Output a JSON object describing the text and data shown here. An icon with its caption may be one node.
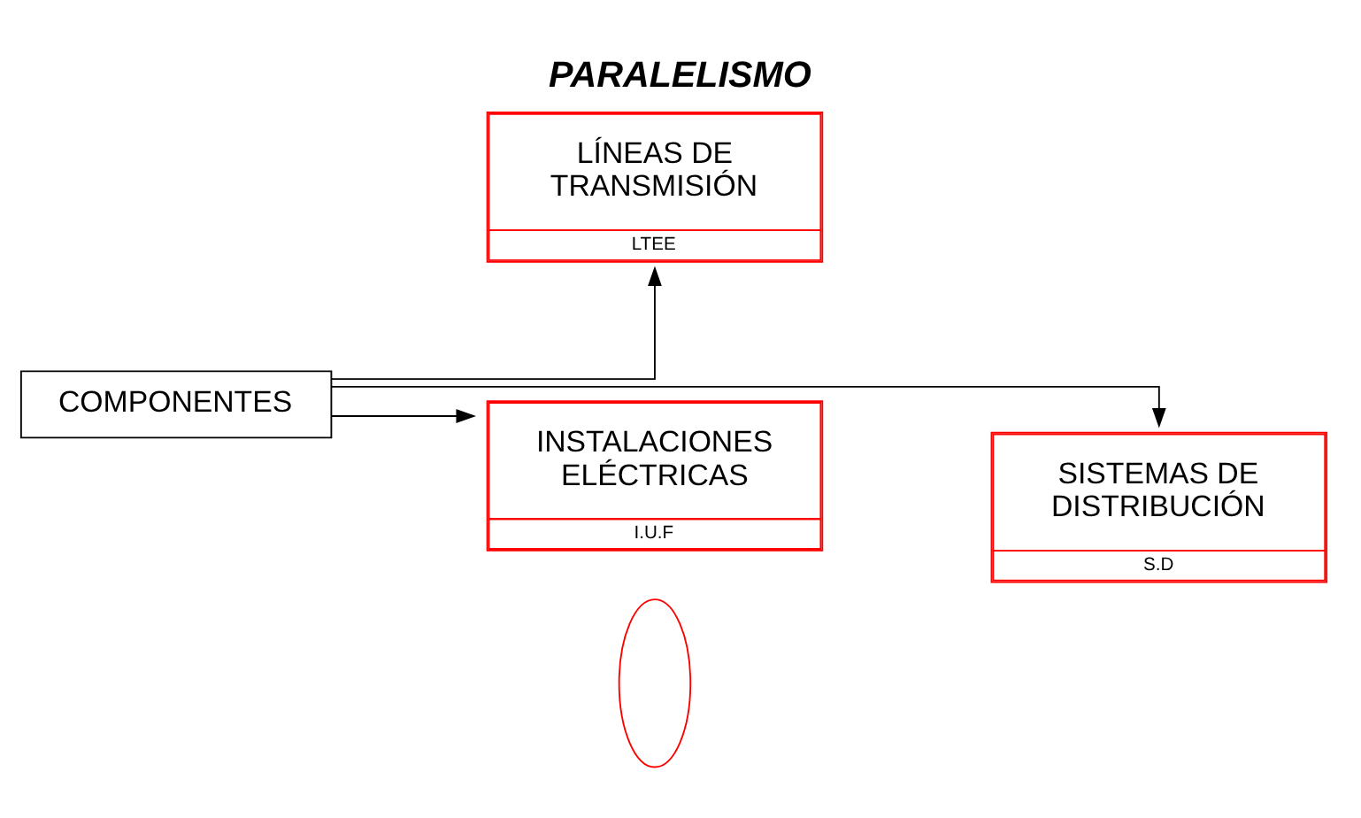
{
  "diagram": {
    "title": "PARALELISMO",
    "nodes": [
      {
        "text": [
          "COMPONENTES"
        ]
      },
      {
        "text": [
          "LÍNEAS DE TRANSMISIÓN",
          "LTEE"
        ]
      },
      {
        "text": [
          "SISTEMAS DE DISTRIBUCIÓN",
          "S.D"
        ]
      },
      {
        "text": [
          "INSTALACIONES ELÉCTRICAS",
          "I.U.F"
        ]
      },
      {
        "text": [],
        "shape": "ellipse"
      }
    ],
    "edges": [
      {
        "from": 0,
        "to": 1,
        "arrow": "to"
      },
      {
        "from": 0,
        "to": 2,
        "arrow": "to"
      },
      {
        "from": 0,
        "to": 3,
        "arrow": "to"
      }
    ]
  }
}
